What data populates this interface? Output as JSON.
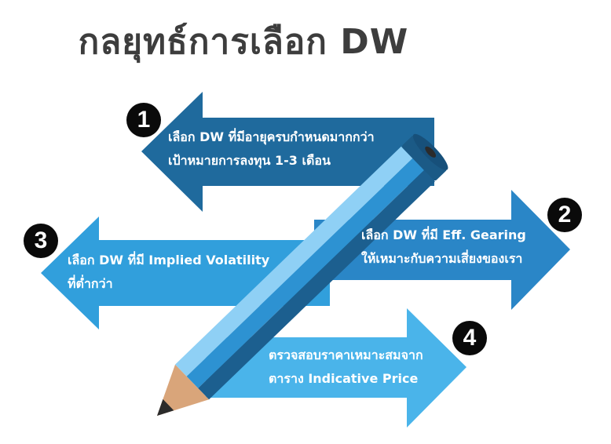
{
  "title": "กลยุทธ์การเลือก DW",
  "colors": {
    "arrow1": "#1f6a9d",
    "arrow2": "#2a86c7",
    "arrow3": "#319fdc",
    "arrow4": "#4ab4ea",
    "pencil_body": "#2d92d2",
    "wood": "#d9a57a",
    "badge": "#0a0a0a"
  },
  "steps": [
    {
      "number": "1",
      "line1": "เลือก DW ที่มีอายุครบกำหนดมากกว่า",
      "line2": "เป้าหมายการลงทุน 1-3 เดือน"
    },
    {
      "number": "2",
      "line1": "เลือก DW ที่มี Eff. Gearing",
      "line2": "ให้เหมาะกับความเสี่ยงของเรา"
    },
    {
      "number": "3",
      "line1": "เลือก DW ที่มี Implied Volatility",
      "line2": "ที่ต่ำกว่า"
    },
    {
      "number": "4",
      "line1": "ตรวจสอบราคาเหมาะสมจาก",
      "line2": "ตาราง Indicative Price"
    }
  ]
}
